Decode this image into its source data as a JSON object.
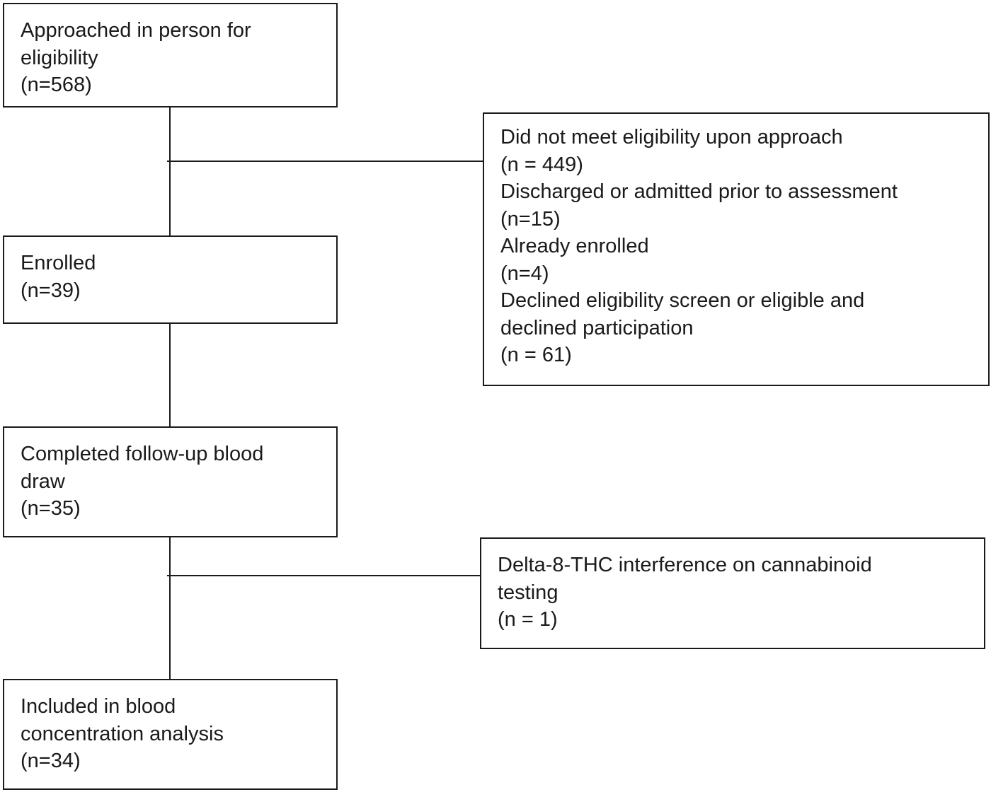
{
  "flowchart": {
    "approached": {
      "lines": [
        "Approached in person for",
        "eligibility",
        "(n=568)"
      ]
    },
    "enrolled": {
      "lines": [
        "Enrolled",
        "(n=39)"
      ]
    },
    "completed": {
      "lines": [
        "Completed follow-up blood",
        "draw",
        "(n=35)"
      ]
    },
    "included": {
      "lines": [
        "Included in blood",
        "concentration analysis",
        "(n=34)"
      ]
    },
    "excluded_enrollment": {
      "lines": [
        "Did not meet eligibility upon approach",
        "(n = 449)",
        "Discharged or admitted prior to assessment",
        "(n=15)",
        "Already enrolled",
        "(n=4)",
        "Declined eligibility screen or eligible and",
        "declined participation",
        "(n = 61)"
      ]
    },
    "excluded_analysis": {
      "lines": [
        "Delta-8-THC interference on cannabinoid",
        "testing",
        "(n = 1)"
      ]
    }
  }
}
